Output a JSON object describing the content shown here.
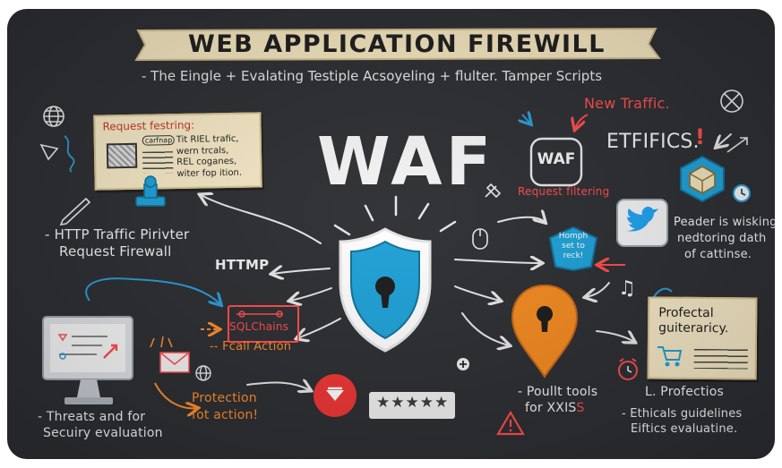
{
  "title": "WEB APPLICATION FIREWILL",
  "subtitle": "- The Eingle + Evalating Testiple Acsoyeling + flulter. Tamper Scripts",
  "center_label": "WAF",
  "left_note": {
    "title": "Request festring:",
    "caption": "carfnap",
    "body": "Tit RIEL trafic,\nwern trcals,\nREL coganes,\nwiter fop ition."
  },
  "left_labels": {
    "http_traffic_line1": "- HTTP Traffic Pirivter",
    "http_traffic_line2": "Request Firewall",
    "httmp": "HTTMP",
    "sqlchains": "SQLChains",
    "fcall_action": "-- Fcall Action",
    "threats_line1": "- Threats and for",
    "threats_line2": "Secuiry evaluation",
    "protection_line1": "Protection",
    "protection_line2": "fot action!"
  },
  "right_labels": {
    "new_traffic": "New Traffic.",
    "etfifics": "ETFIFICS.",
    "exclaim": "!",
    "waf_box": "WAF",
    "request_filtering": "Request filtering",
    "badge": "Homph\nset to\nreck!",
    "peader_line1": "Peader is wisking,",
    "peader_line2": "nedtoring dath",
    "peader_line3": "of cattinse.",
    "note_body": "Profectal\nguiteraricy.",
    "poult_line1": "- Poullt tools",
    "poult_line2_a": "for XXIS",
    "poult_line2_b": "S",
    "profectios": "L. Profectios",
    "ethicals_line1": "- Ethicals guidelines",
    "ethicals_line2": "Eiftics evaluatine."
  },
  "rating": "★★★★★",
  "colors": {
    "board": "#2b2d31",
    "banner": "#f3e4bd",
    "shield_blue": "#1da1d8",
    "shield_rim": "#ffffff",
    "lock_orange": "#f58a1f",
    "accent_red": "#ff4b4b",
    "accent_orange": "#ff8a2a",
    "accent_blue": "#2a9bd8",
    "note": "#f6e9c6"
  },
  "icons": {
    "shield": "shield-lock-icon",
    "location_lock": "location-pin-lock-icon",
    "globe": "globe-icon",
    "pencil": "pencil-icon",
    "stamp": "stamp-icon",
    "envelope": "envelope-icon",
    "monitor": "monitor-icon",
    "twitter": "twitter-bird-icon",
    "cube": "cube-shield-icon",
    "clock": "clock-icon",
    "warning": "warning-triangle-icon",
    "cart": "shopping-cart-icon",
    "alarm": "alarm-clock-icon",
    "music": "music-note-icon",
    "plus": "plus-icon",
    "mouse": "mouse-icon",
    "down_arrow": "download-arrow-icon"
  }
}
